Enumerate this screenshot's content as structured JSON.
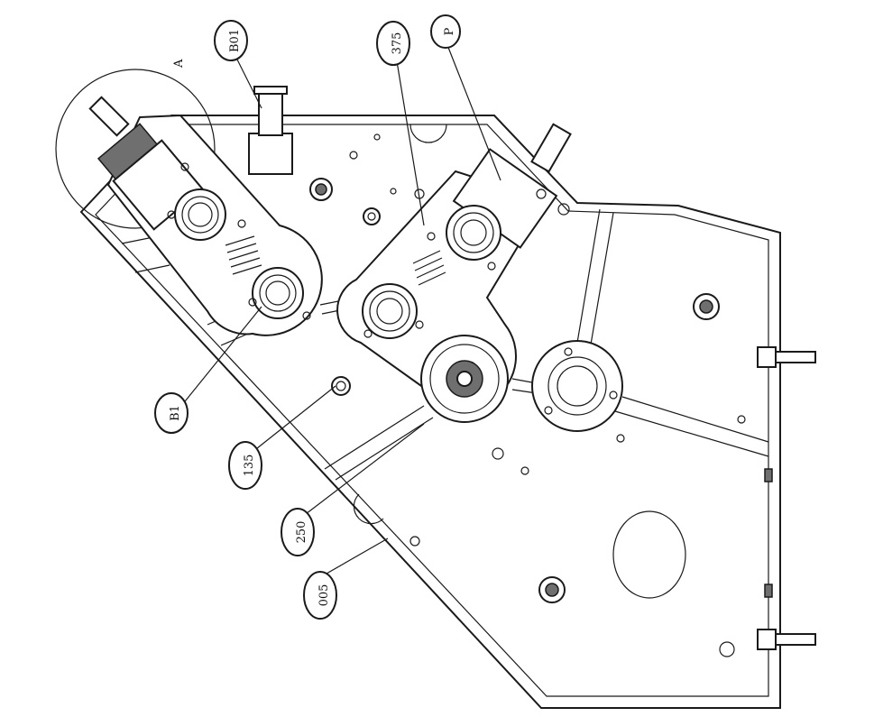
{
  "view_label": "A",
  "callouts": [
    {
      "id": "callout-b01",
      "text": "B01"
    },
    {
      "id": "callout-375",
      "text": "375"
    },
    {
      "id": "callout-p",
      "text": "P"
    },
    {
      "id": "callout-b1",
      "text": "B1"
    },
    {
      "id": "callout-135",
      "text": "135"
    },
    {
      "id": "callout-250",
      "text": "250"
    },
    {
      "id": "callout-005",
      "text": "005"
    }
  ]
}
